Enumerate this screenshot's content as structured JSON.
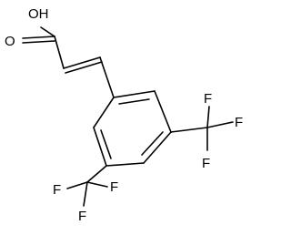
{
  "molecule": {
    "labels": {
      "oh": "OH",
      "o": "O",
      "f_right_top": "F",
      "f_right_right": "F",
      "f_right_bottom": "F",
      "f_left_left": "F",
      "f_left_bottom": "F",
      "f_left_right": "F"
    }
  }
}
